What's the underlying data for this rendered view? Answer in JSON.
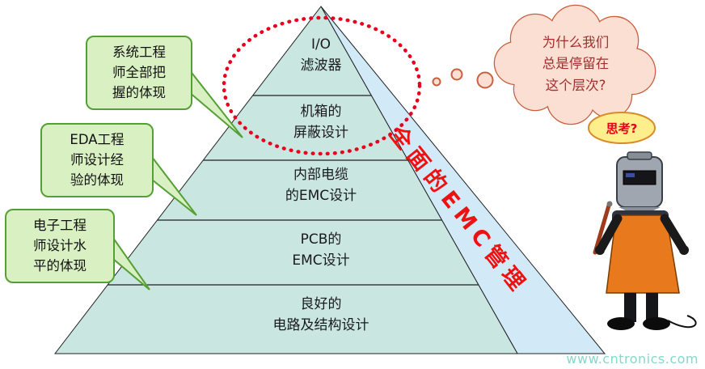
{
  "pyramid": {
    "levels": [
      {
        "line1": "I/O",
        "line2": "滤波器"
      },
      {
        "line1": "机箱的",
        "line2": "屏蔽设计"
      },
      {
        "line1": "内部电缆",
        "line2": "的EMC设计"
      },
      {
        "line1": "PCB的",
        "line2": "EMC设计"
      },
      {
        "line1": "良好的",
        "line2": "电路及结构设计"
      }
    ],
    "slope_label": "全面的EMC管理"
  },
  "callouts": [
    {
      "line1": "系统工程",
      "line2": "师全部把",
      "line3": "握的体现"
    },
    {
      "line1": "EDA工程",
      "line2": "师设计经",
      "line3": "验的体现"
    },
    {
      "line1": "电子工程",
      "line2": "师设计水",
      "line3": "平的体现"
    }
  ],
  "thought": {
    "line1": "为什么我们",
    "line2": "总是停留在",
    "line3": "这个层次?"
  },
  "think_label": "思考?",
  "watermark": "www.cntronics.com",
  "colors": {
    "pyramid_front": "#C9E6E1",
    "pyramid_side": "#D2EAF7",
    "callout_bg": "#D9F0C3",
    "callout_border": "#55A035",
    "cloud_bg": "#FBDFD2",
    "cloud_border": "#C95F3F",
    "think_bg": "#FFEE8C",
    "slope_text": "#EE1111",
    "dotted_ellipse": "#E8001C",
    "apron": "#E8791C",
    "watermark": "#7DD6C9"
  }
}
